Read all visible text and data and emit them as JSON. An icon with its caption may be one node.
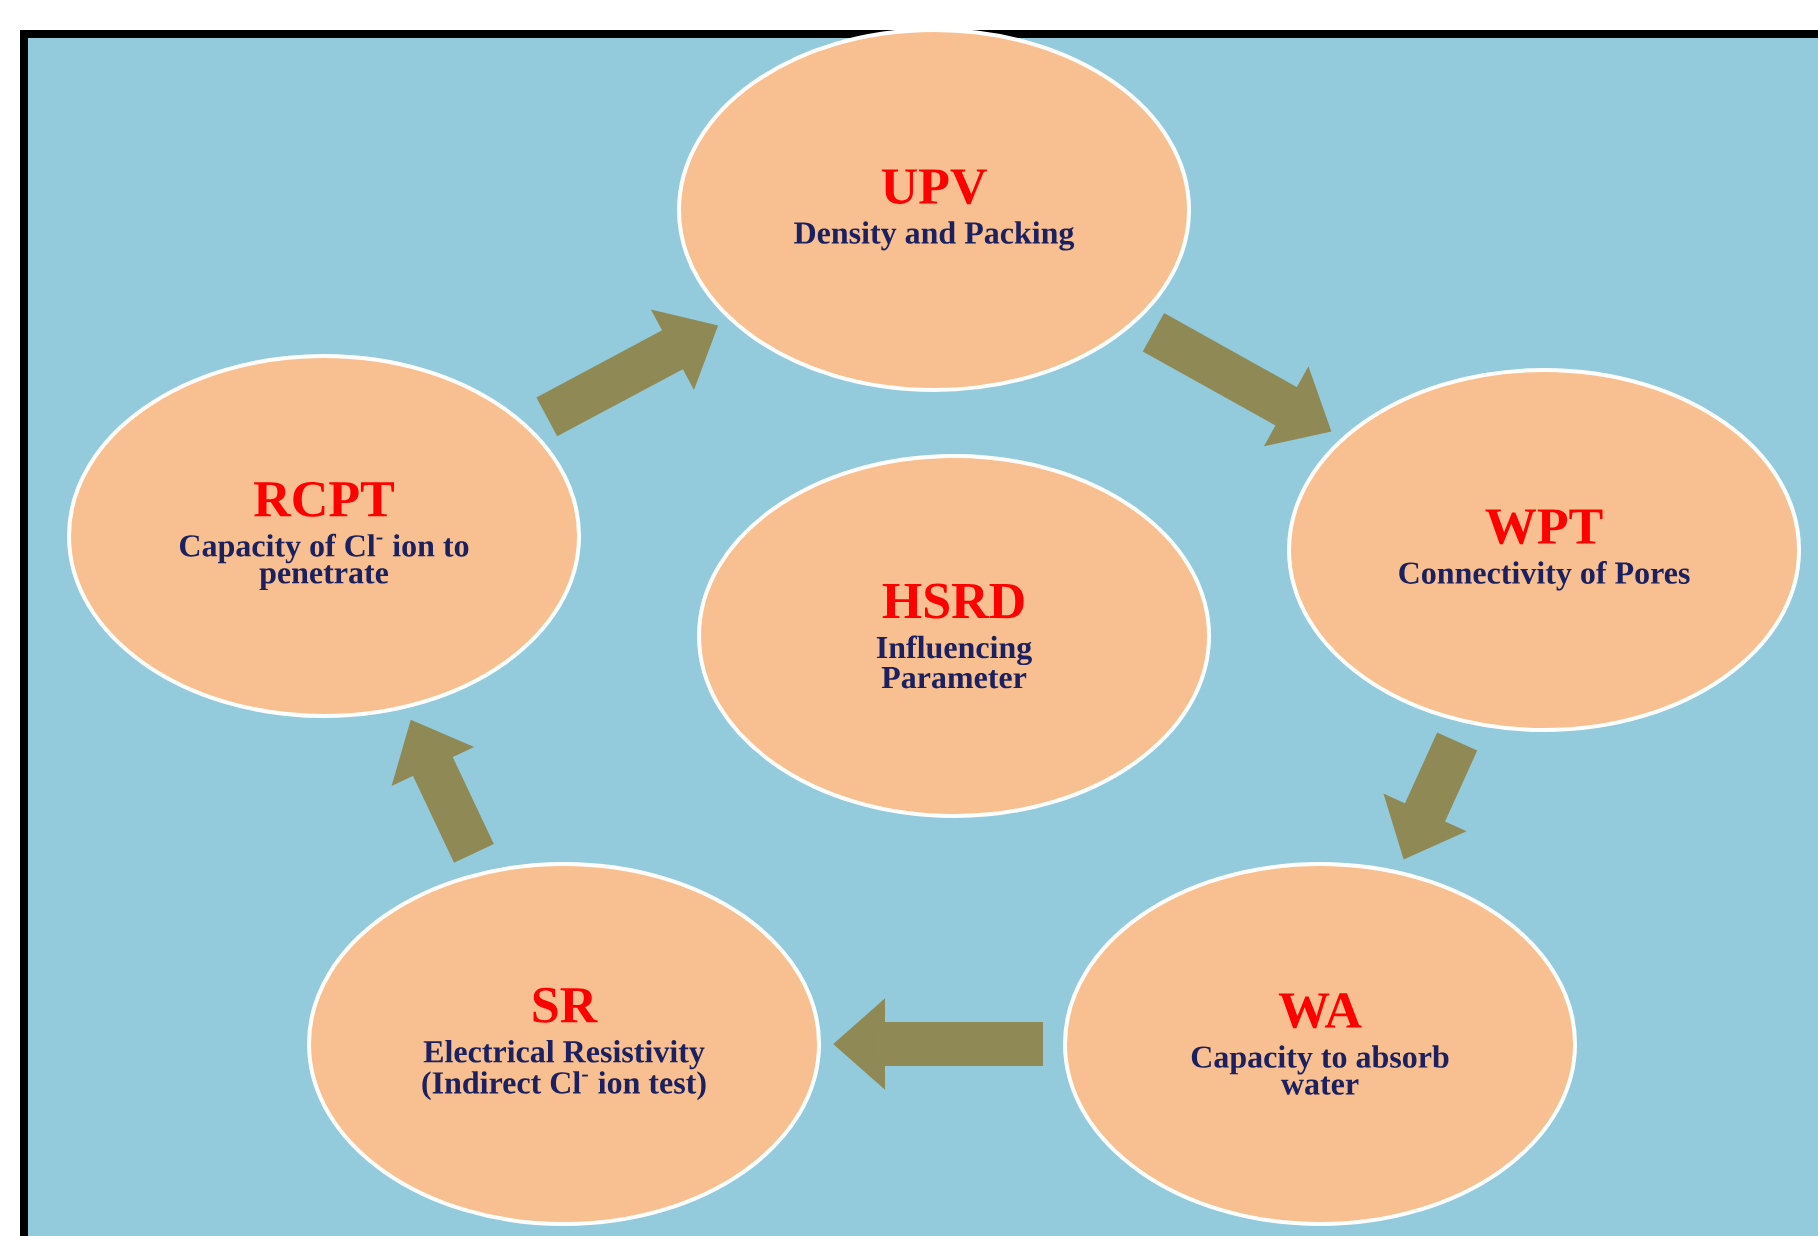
{
  "diagram": {
    "nodes": [
      {
        "text": [
          "UPV",
          "Density and Packing"
        ]
      },
      {
        "text": [
          "WPT",
          "Connectivity of Pores"
        ]
      },
      {
        "text": [
          "WA",
          "Capacity to absorb water"
        ]
      },
      {
        "text": [
          "SR",
          "Electrical Resistivity (Indirect Cl$^{-}$ ion test)"
        ]
      },
      {
        "text": [
          "RCPT",
          "Capacity of Cl$^{-}$ ion to penetrate"
        ]
      },
      {
        "text": [
          "HSRD",
          "Influencing Parameter"
        ]
      }
    ],
    "edges": [
      {
        "from": 0,
        "to": 1,
        "arrow": "to"
      },
      {
        "from": 1,
        "to": 2,
        "arrow": "to"
      },
      {
        "from": 2,
        "to": 3,
        "arrow": "to"
      },
      {
        "from": 3,
        "to": 4,
        "arrow": "to"
      },
      {
        "from": 4,
        "to": 0,
        "arrow": "to"
      }
    ]
  }
}
